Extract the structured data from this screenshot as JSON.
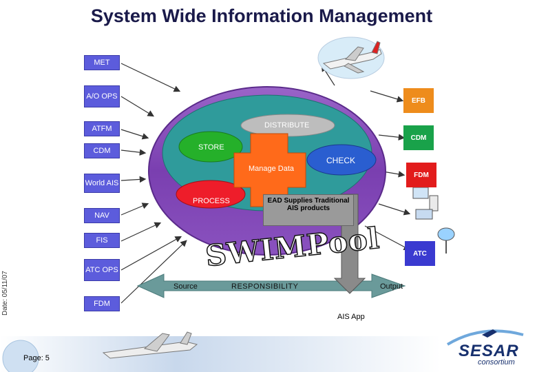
{
  "title": "System Wide Information Management",
  "left_boxes": [
    "MET",
    "A/O OPS",
    "ATFM",
    "CDM",
    "World AIS",
    "NAV",
    "FIS",
    "ATC OPS",
    "FDM"
  ],
  "right_flags": [
    "EFB",
    "CDM",
    "FDM",
    "ATC"
  ],
  "pool": {
    "distribute": "DISTRIBUTE",
    "store": "STORE",
    "manage": "Manage Data",
    "check": "CHECK",
    "process": "PROCESS",
    "ead": "EAD Supplies Traditional AIS products",
    "swim": "SWIMPool"
  },
  "flow": {
    "source": "Source",
    "responsibility": "RESPONSIBILITY",
    "output": "Output",
    "ais_app": "AIS App"
  },
  "footer": {
    "date": "Date: 05/11/07",
    "page": "Page: 5",
    "logo_main": "SESAR",
    "logo_sub": "consortium"
  }
}
